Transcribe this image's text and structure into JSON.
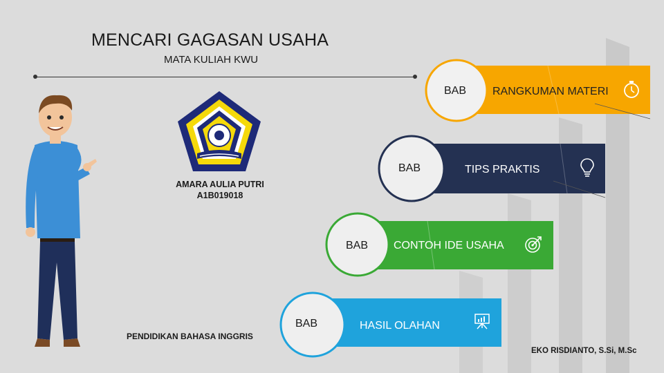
{
  "header": {
    "title": "MENCARI GAGASAN USAHA",
    "subtitle": "MATA KULIAH KWU"
  },
  "presenter": {
    "name": "AMARA AULIA PUTRI",
    "student_id": "A1B019018",
    "department": "PENDIDIKAN BAHASA INGGRIS",
    "lecturer": "EKO RISDIANTO, S.Si, M.Sc"
  },
  "steps": [
    {
      "bab": "BAB",
      "label": "RANGKUMAN MATERI",
      "color": "#f7a600",
      "icon": "stopwatch-icon"
    },
    {
      "bab": "BAB",
      "label": "TIPS PRAKTIS",
      "color": "#243152",
      "icon": "lightbulb-icon"
    },
    {
      "bab": "BAB",
      "label": "CONTOH IDE USAHA",
      "color": "#3aa935",
      "icon": "target-icon"
    },
    {
      "bab": "BAB",
      "label": "HASIL OLAHAN",
      "color": "#1fa3dc",
      "icon": "presentation-board-icon"
    }
  ],
  "logo": {
    "icon": "university-emblem-logo"
  },
  "illustration": {
    "icon": "pointing-man-illustration"
  }
}
